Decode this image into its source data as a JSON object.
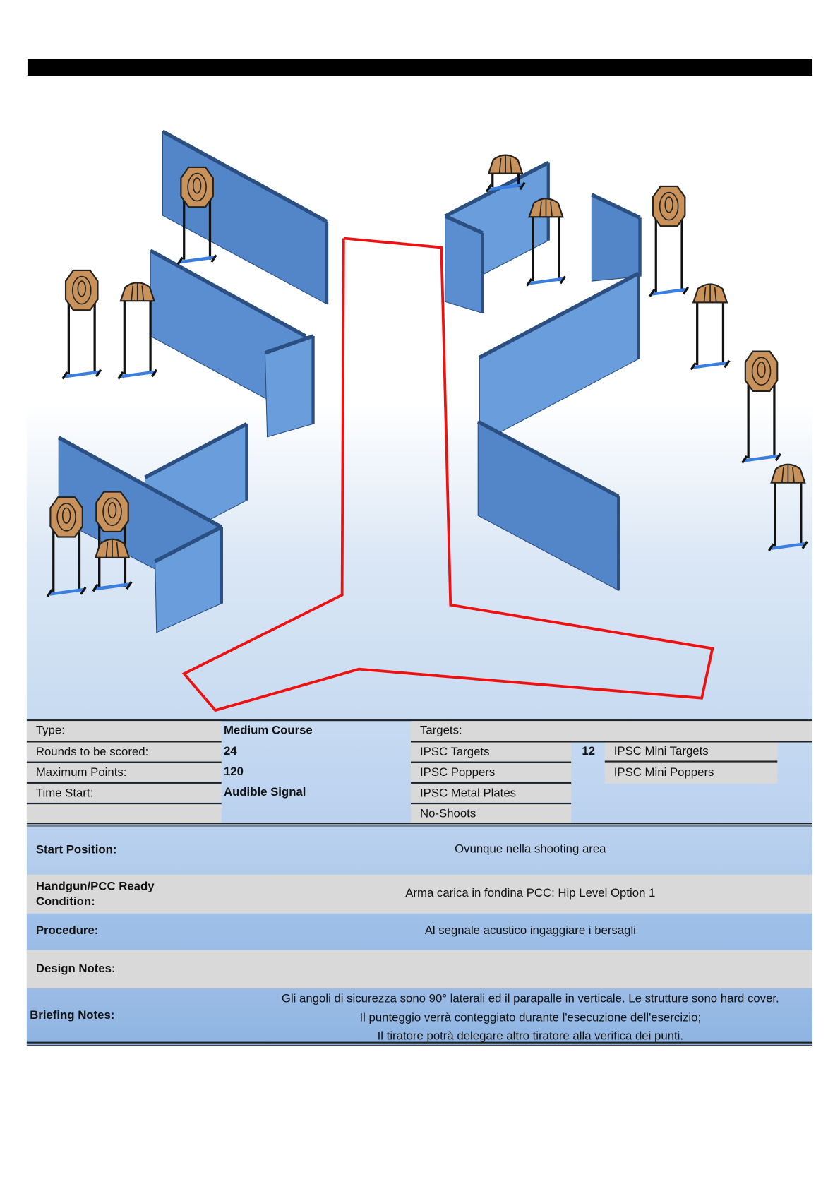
{
  "colors": {
    "wall": "#5b8fd0",
    "wall_dark": "#2a4f80",
    "path": "#ee1111",
    "target": "#c8925a",
    "stand_base": "#3a7fe0"
  },
  "info": {
    "type_label": "Type:",
    "type_value": "Medium Course",
    "rounds_label": "Rounds to be scored:",
    "rounds_value": "24",
    "points_label": "Maximum Points:",
    "points_value": "120",
    "start_label": "Time Start:",
    "start_value": "Audible Signal"
  },
  "targets": {
    "header": "Targets:",
    "items": [
      {
        "label": "IPSC Targets",
        "count": "12"
      },
      {
        "label": "IPSC Poppers",
        "count": ""
      },
      {
        "label": "IPSC Metal Plates",
        "count": ""
      },
      {
        "label": "No-Shoots",
        "count": ""
      }
    ],
    "mini": [
      "IPSC Mini Targets",
      "IPSC Mini Poppers"
    ]
  },
  "sections": [
    {
      "label": "Start Position:",
      "value": "Ovunque nella shooting area"
    },
    {
      "label": "Handgun/PCC Ready Condition:",
      "value": "Arma carica in fondina PCC: Hip Level Option 1"
    },
    {
      "label": "Procedure:",
      "value": "Al segnale acustico ingaggiare i bersagli"
    },
    {
      "label": "Design Notes:",
      "value": ""
    }
  ],
  "briefing": {
    "label": "Briefing Notes:",
    "lines": [
      "Gli angoli di sicurezza sono 90° laterali ed il parapalle in verticale. Le strutture sono hard cover.",
      "Il punteggio verrà conteggiato durante l'esecuzione dell'esercizio;",
      "Il tiratore potrà delegare altro tiratore alla verifica dei punti."
    ]
  }
}
